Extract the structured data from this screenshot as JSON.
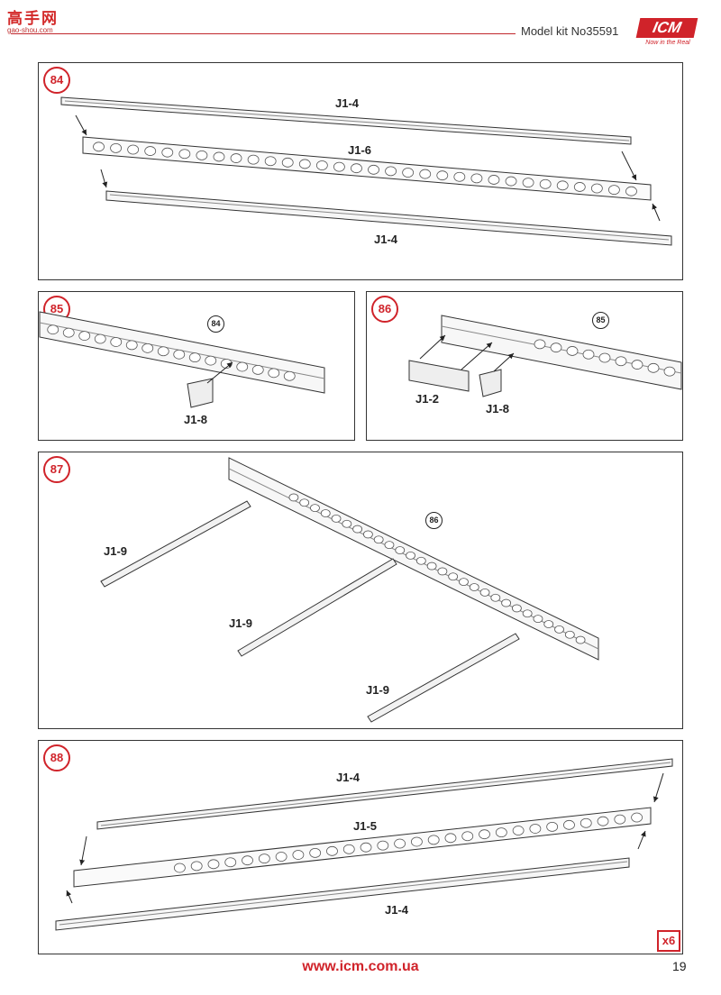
{
  "header": {
    "site_logo_cn": "高手网",
    "site_logo_sub": "gao-shou.com",
    "kit": "Model kit No35591",
    "brand": "ICM",
    "brand_tagline": "Now in the Real"
  },
  "steps": [
    {
      "number": "84",
      "parts": [
        "J1-4",
        "J1-6",
        "J1-4"
      ]
    },
    {
      "number": "85",
      "ref": "84",
      "parts": [
        "J1-8"
      ]
    },
    {
      "number": "86",
      "ref": "85",
      "parts": [
        "J1-2",
        "J1-8"
      ]
    },
    {
      "number": "87",
      "ref": "86",
      "parts": [
        "J1-9",
        "J1-9",
        "J1-9"
      ]
    },
    {
      "number": "88",
      "parts": [
        "J1-4",
        "J1-5",
        "J1-4"
      ],
      "multiplier": "x6"
    }
  ],
  "footer": {
    "url": "www.icm.com.ua",
    "page": "19"
  },
  "colors": {
    "accent": "#d0232a",
    "line": "#333333"
  }
}
